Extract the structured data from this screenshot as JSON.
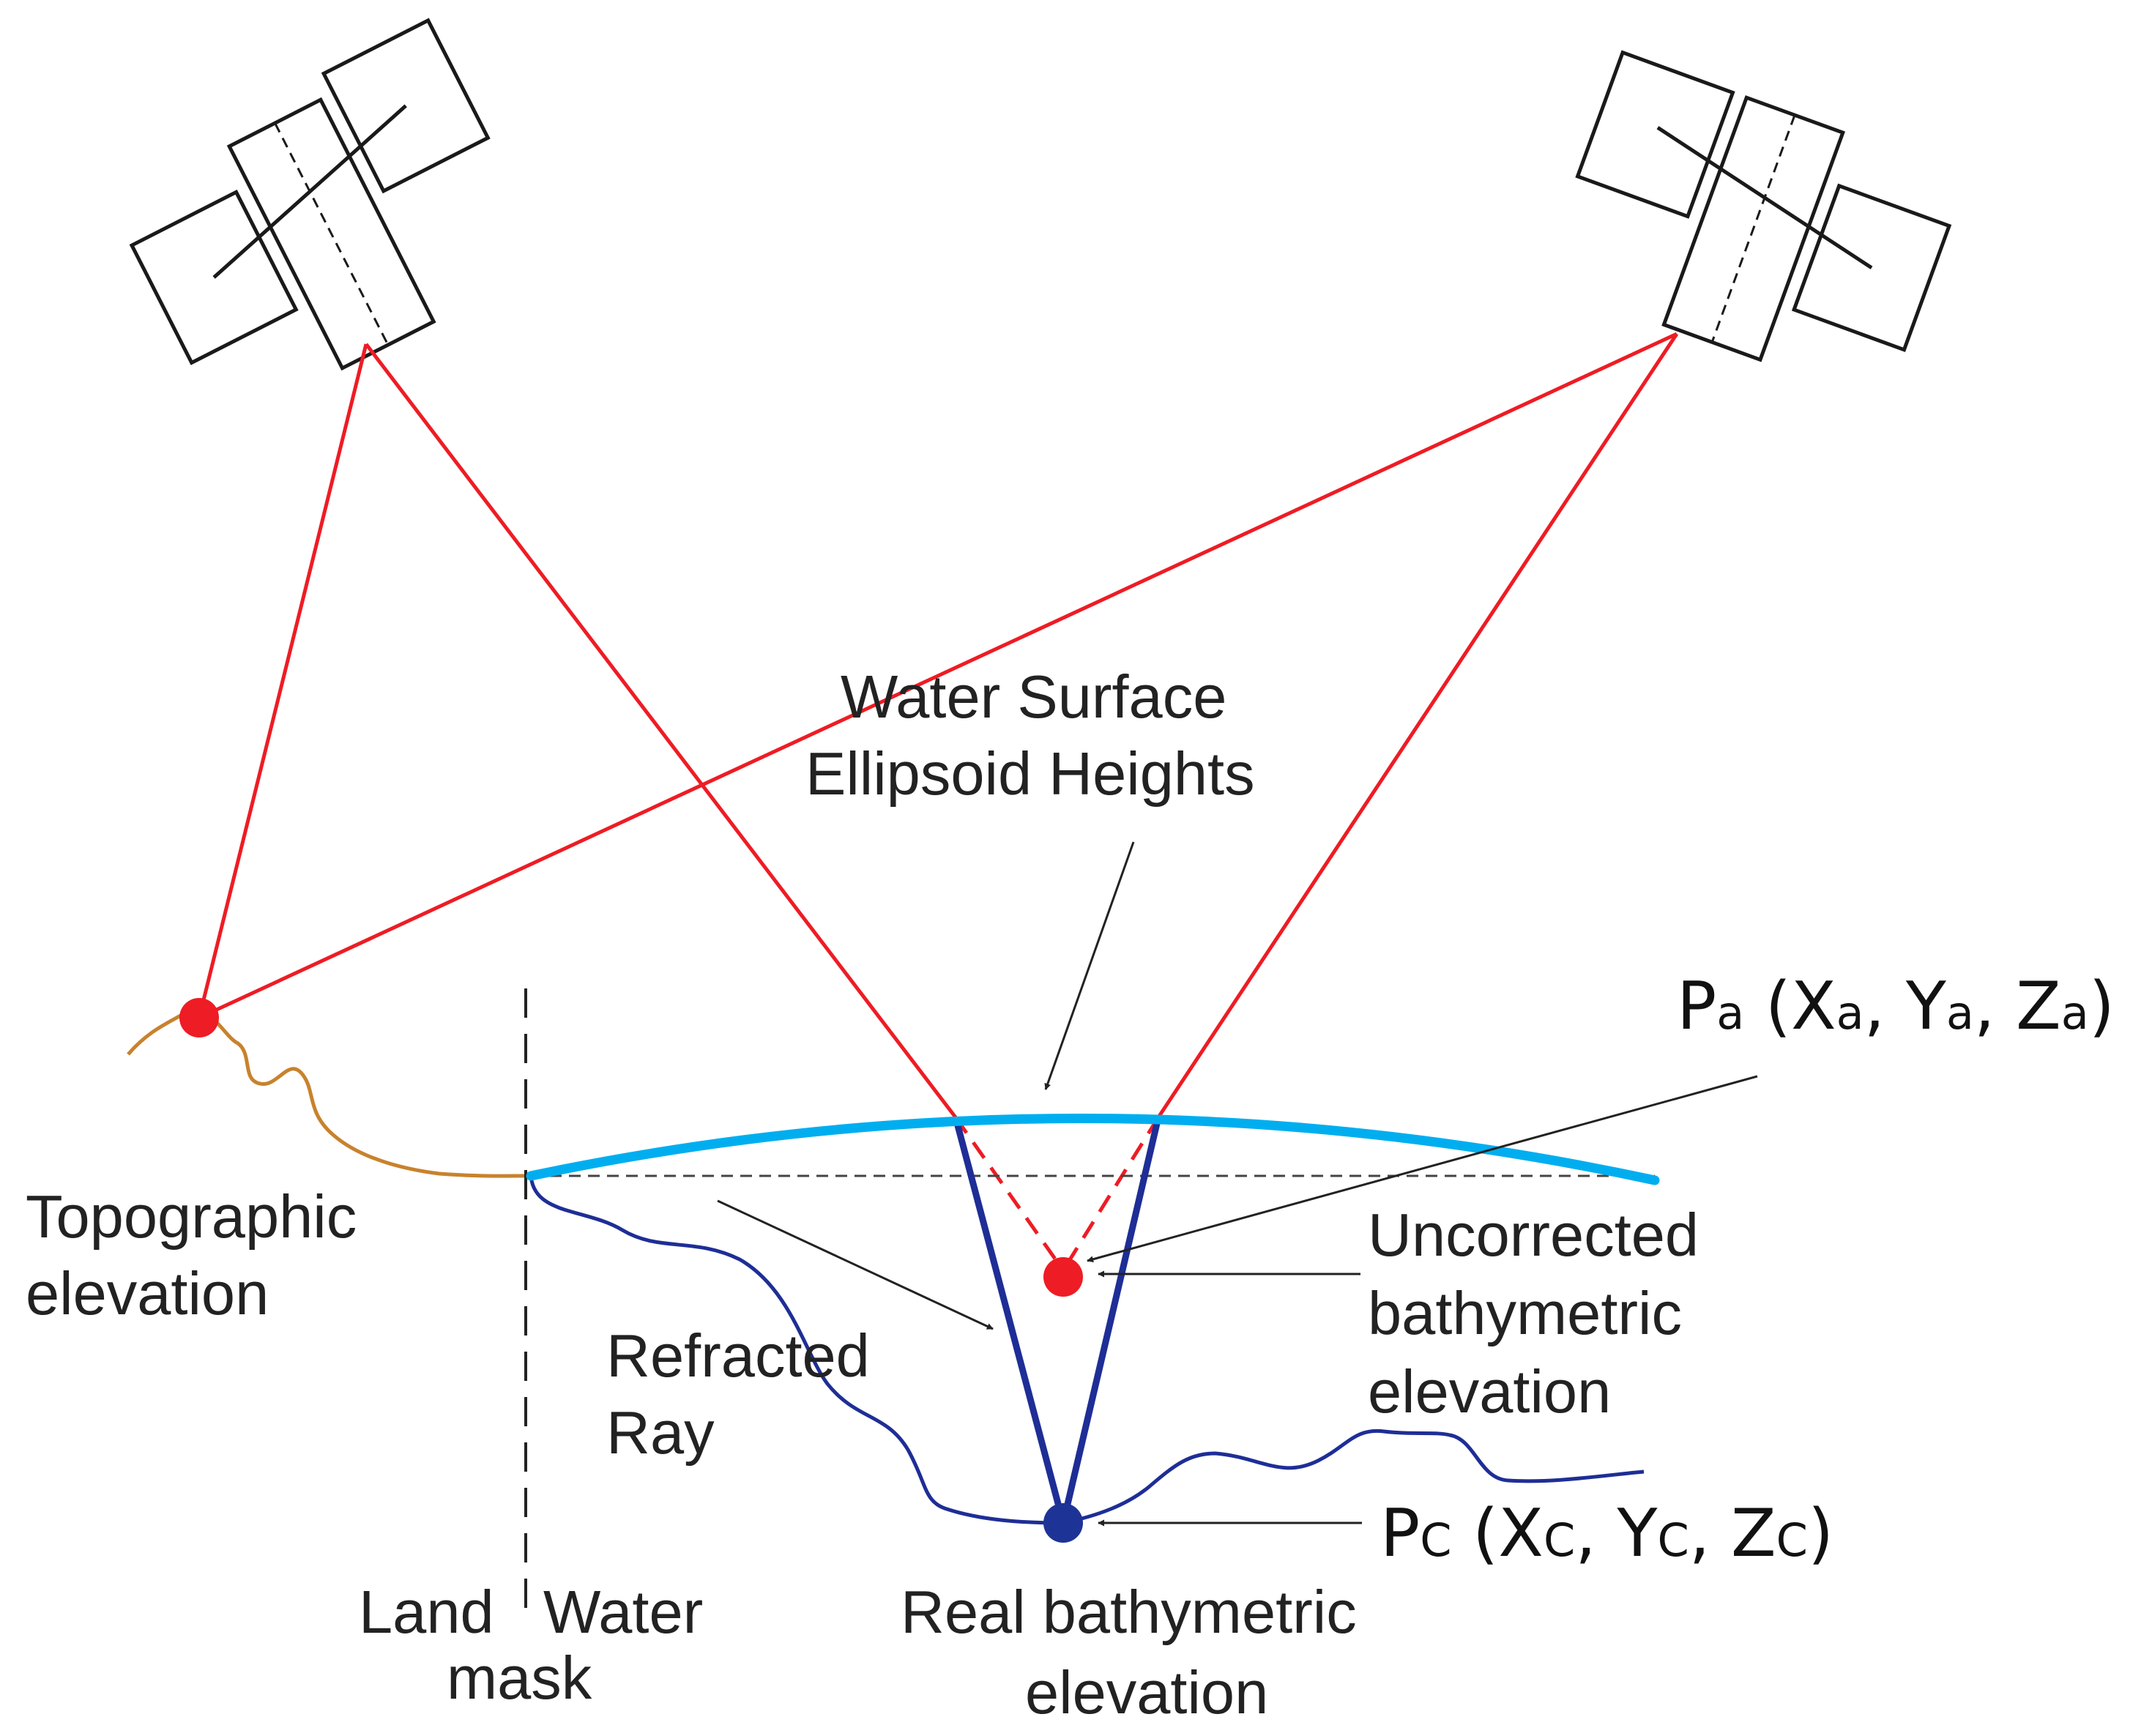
{
  "labels": {
    "water_surface_line1": "Water Surface",
    "water_surface_line2": "Ellipsoid Heights",
    "topo_line1": "Topographic",
    "topo_line2": "elevation",
    "refracted_line1": "Refracted",
    "refracted_line2": "Ray",
    "uncorrected_line1": "Uncorrected",
    "uncorrected_line2": "bathymetric",
    "uncorrected_line3": "elevation",
    "land": "Land",
    "water": "Water",
    "mask": "mask",
    "real_line1": "Real bathymetric",
    "real_line2": "elevation"
  },
  "point_a": {
    "P": "P",
    "p_sub": "a",
    "open": " (X",
    "x_sub": "a",
    "mid1": ", Y",
    "y_sub": "a",
    "mid2": ", Z",
    "z_sub": "a",
    "close": ")"
  },
  "point_c": {
    "P": "P",
    "p_sub": "C",
    "open": " (X",
    "x_sub": "C",
    "mid1": ", Y",
    "y_sub": "C",
    "mid2": ", Z",
    "z_sub": "C",
    "close": ")"
  },
  "colors": {
    "ray": "#ee1c24",
    "water_surface": "#00aeef",
    "bathymetry": "#1e2e96",
    "topography": "#c8822d",
    "real_point": "#1e3396",
    "uncorrected_point": "#ee1c24",
    "annotation": "#222222"
  },
  "icons": [
    "satellite-icon",
    "satellite-icon"
  ]
}
